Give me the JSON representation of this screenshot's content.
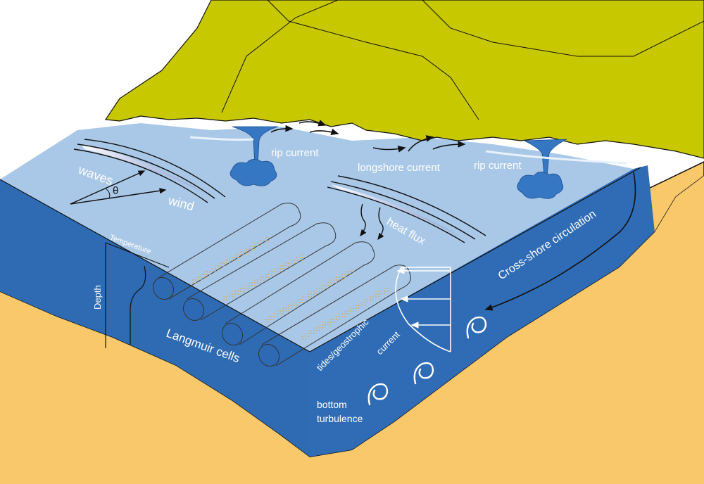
{
  "colors": {
    "land": "#c8c800",
    "sand": "#f8c86a",
    "water_surface": "#a9c8e8",
    "water_front": "#2e6bb3",
    "water_side": "#2f6cb5",
    "rip_blob": "#3577c2",
    "arrows_dark": "#111111",
    "labels": "#ffffff"
  },
  "labels": {
    "rip_current_left": "rip current",
    "longshore_current": "longshore current",
    "rip_current_right": "rip current",
    "waves": "waves",
    "theta": "θ",
    "wind": "wind",
    "heat_flux": "heat flux",
    "temperature": "Temperature",
    "depth": "Depth",
    "langmuir_cells": "Langmuir cells",
    "cross_shore_circulation": "Cross-shore circulation",
    "tides_geostrophic": "tides/geostrophic",
    "current": "current",
    "bottom": "bottom",
    "turbulence": "turbulence"
  },
  "icons": [
    "swirl-icon",
    "arrow-icon"
  ]
}
